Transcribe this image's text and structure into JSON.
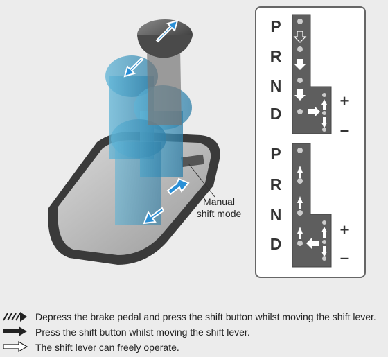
{
  "illustration": {
    "callout_label": "Manual\nshift mode"
  },
  "gate": {
    "upper": {
      "letters": [
        "P",
        "R",
        "N",
        "D"
      ],
      "plus": "+",
      "minus": "–"
    },
    "lower": {
      "letters": [
        "P",
        "R",
        "N",
        "D"
      ],
      "plus": "+",
      "minus": "–"
    }
  },
  "legend": {
    "items": [
      {
        "icon": "hatched-arrow-icon",
        "text": "Depress the brake pedal and press the shift button whilst moving the shift lever."
      },
      {
        "icon": "solid-arrow-icon",
        "text": "Press the shift button whilst moving the shift lever."
      },
      {
        "icon": "outline-arrow-icon",
        "text": "The shift lever can freely operate."
      }
    ]
  },
  "colors": {
    "arrow_blue": "#2a8fd6",
    "gate_plate": "#5e5e5e",
    "panel_border": "#666666"
  }
}
